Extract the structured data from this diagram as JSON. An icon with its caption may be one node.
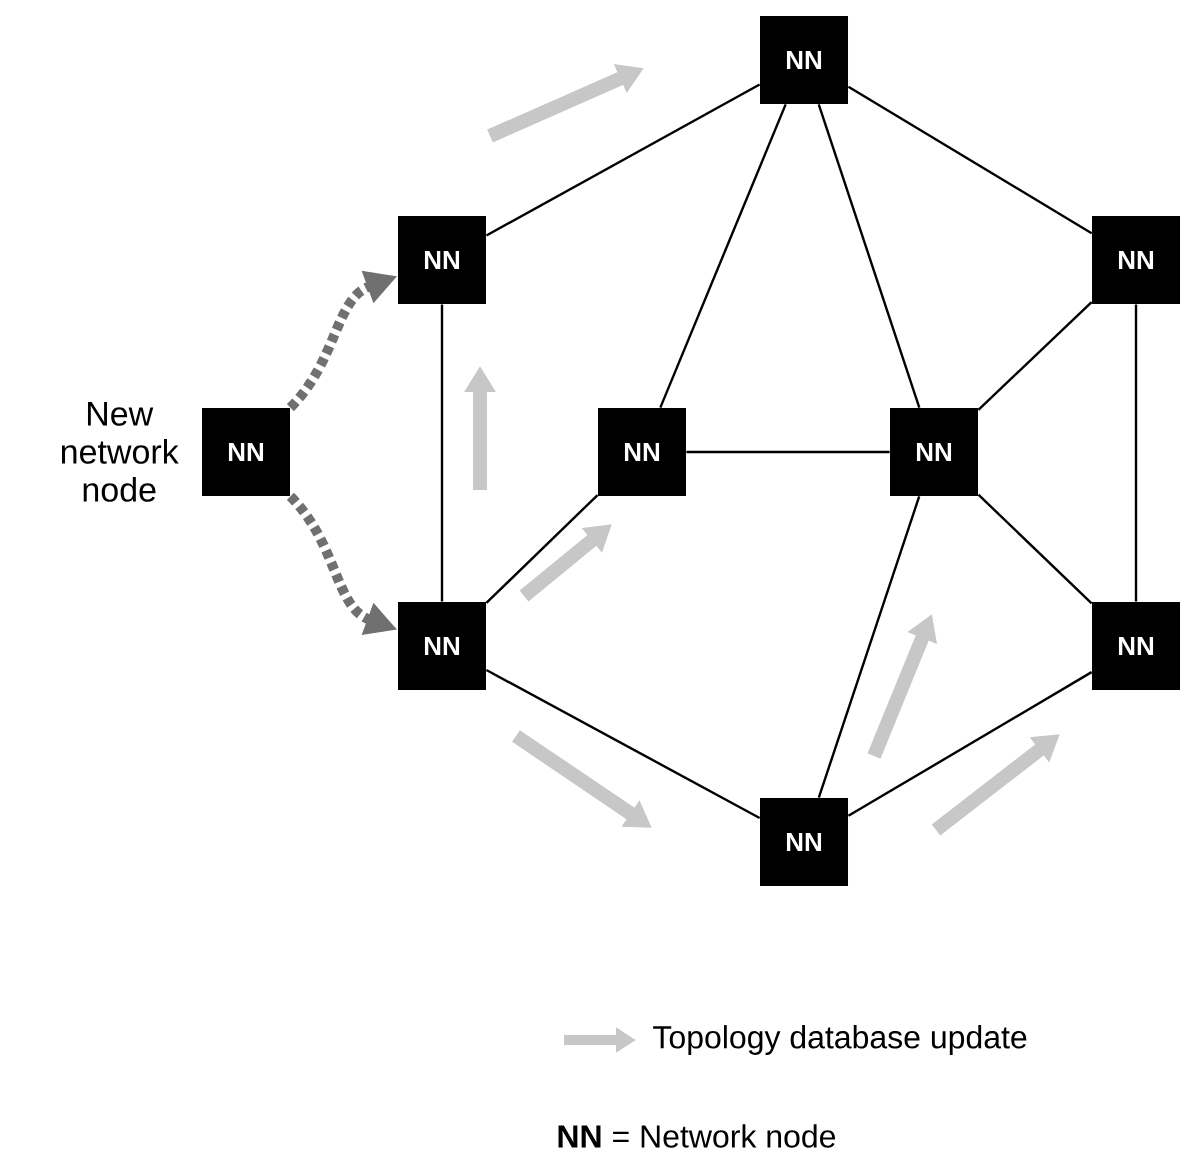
{
  "diagram": {
    "nodes": [
      {
        "text": [
          "NN"
        ]
      },
      {
        "text": [
          "NN"
        ]
      },
      {
        "text": [
          "NN"
        ]
      },
      {
        "text": [
          "NN"
        ],
        "beside": [
          "New network node"
        ]
      },
      {
        "text": [
          "NN"
        ]
      },
      {
        "text": [
          "NN"
        ]
      },
      {
        "text": [
          "NN"
        ]
      },
      {
        "text": [
          "NN"
        ]
      },
      {
        "text": [
          "NN"
        ]
      }
    ],
    "edges": [
      {
        "from": 0,
        "to": 1,
        "arrow": "none"
      },
      {
        "from": 0,
        "to": 4,
        "arrow": "none"
      },
      {
        "from": 0,
        "to": 5,
        "arrow": "none"
      },
      {
        "from": 0,
        "to": 2,
        "arrow": "none"
      },
      {
        "from": 1,
        "to": 6,
        "arrow": "none"
      },
      {
        "from": 4,
        "to": 5,
        "arrow": "none"
      },
      {
        "from": 6,
        "to": 4,
        "arrow": "none"
      },
      {
        "from": 6,
        "to": 8,
        "arrow": "none"
      },
      {
        "from": 8,
        "to": 5,
        "arrow": "none"
      },
      {
        "from": 8,
        "to": 7,
        "arrow": "none"
      },
      {
        "from": 5,
        "to": 2,
        "arrow": "none"
      },
      {
        "from": 5,
        "to": 7,
        "arrow": "none"
      },
      {
        "from": 2,
        "to": 7,
        "arrow": "none"
      },
      {
        "from": 3,
        "to": 1,
        "arrow": "to",
        "style": "dashed",
        "color": "#707070"
      },
      {
        "from": 3,
        "to": 6,
        "arrow": "to",
        "style": "dashed",
        "color": "#707070"
      }
    ],
    "labels": [
      "**NN** = Network node"
    ],
    "legend": [
      {
        "text": "Topology database update"
      }
    ]
  }
}
